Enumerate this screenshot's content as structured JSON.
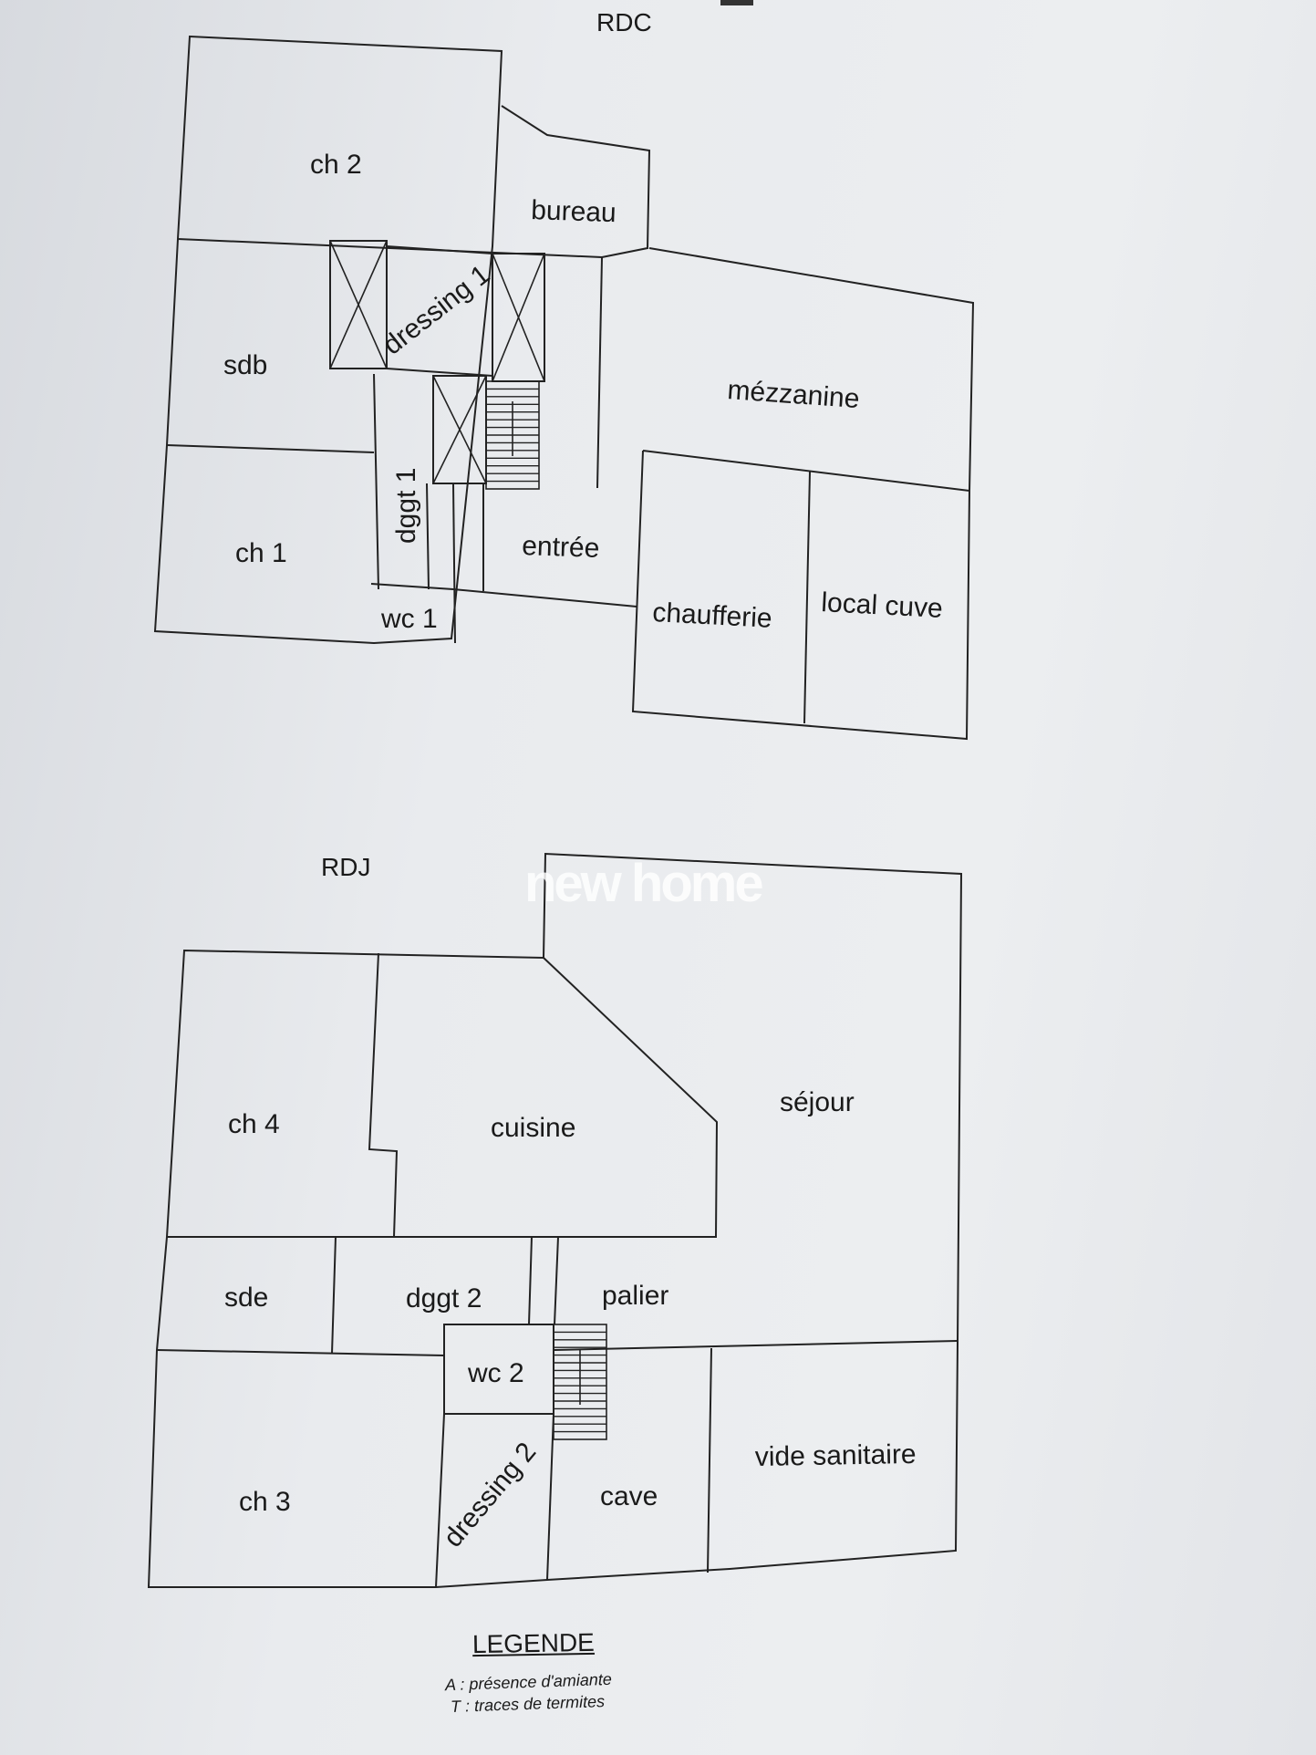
{
  "levels": {
    "rdc": {
      "label": "RDC"
    },
    "rdj": {
      "label": "RDJ"
    }
  },
  "rooms": {
    "ch2": "ch 2",
    "bureau": "bureau",
    "sdb": "sdb",
    "dressing1": "dressing 1",
    "mezzanine": "mézzanine",
    "dggt1": "dggt 1",
    "ch1": "ch 1",
    "entree": "entrée",
    "wc1": "wc 1",
    "chaufferie": "chaufferie",
    "local_cuve": "local cuve",
    "ch4": "ch 4",
    "cuisine": "cuisine",
    "sejour": "séjour",
    "sde": "sde",
    "dggt2": "dggt 2",
    "palier": "palier",
    "wc2": "wc 2",
    "ch3": "ch 3",
    "dressing2": "dressing 2",
    "cave": "cave",
    "vide_sanitaire": "vide sanitaire"
  },
  "watermark": "new home",
  "legend": {
    "title": "LEGENDE",
    "line_a": "A : présence d'amiante",
    "line_t": "T : traces de termites"
  }
}
